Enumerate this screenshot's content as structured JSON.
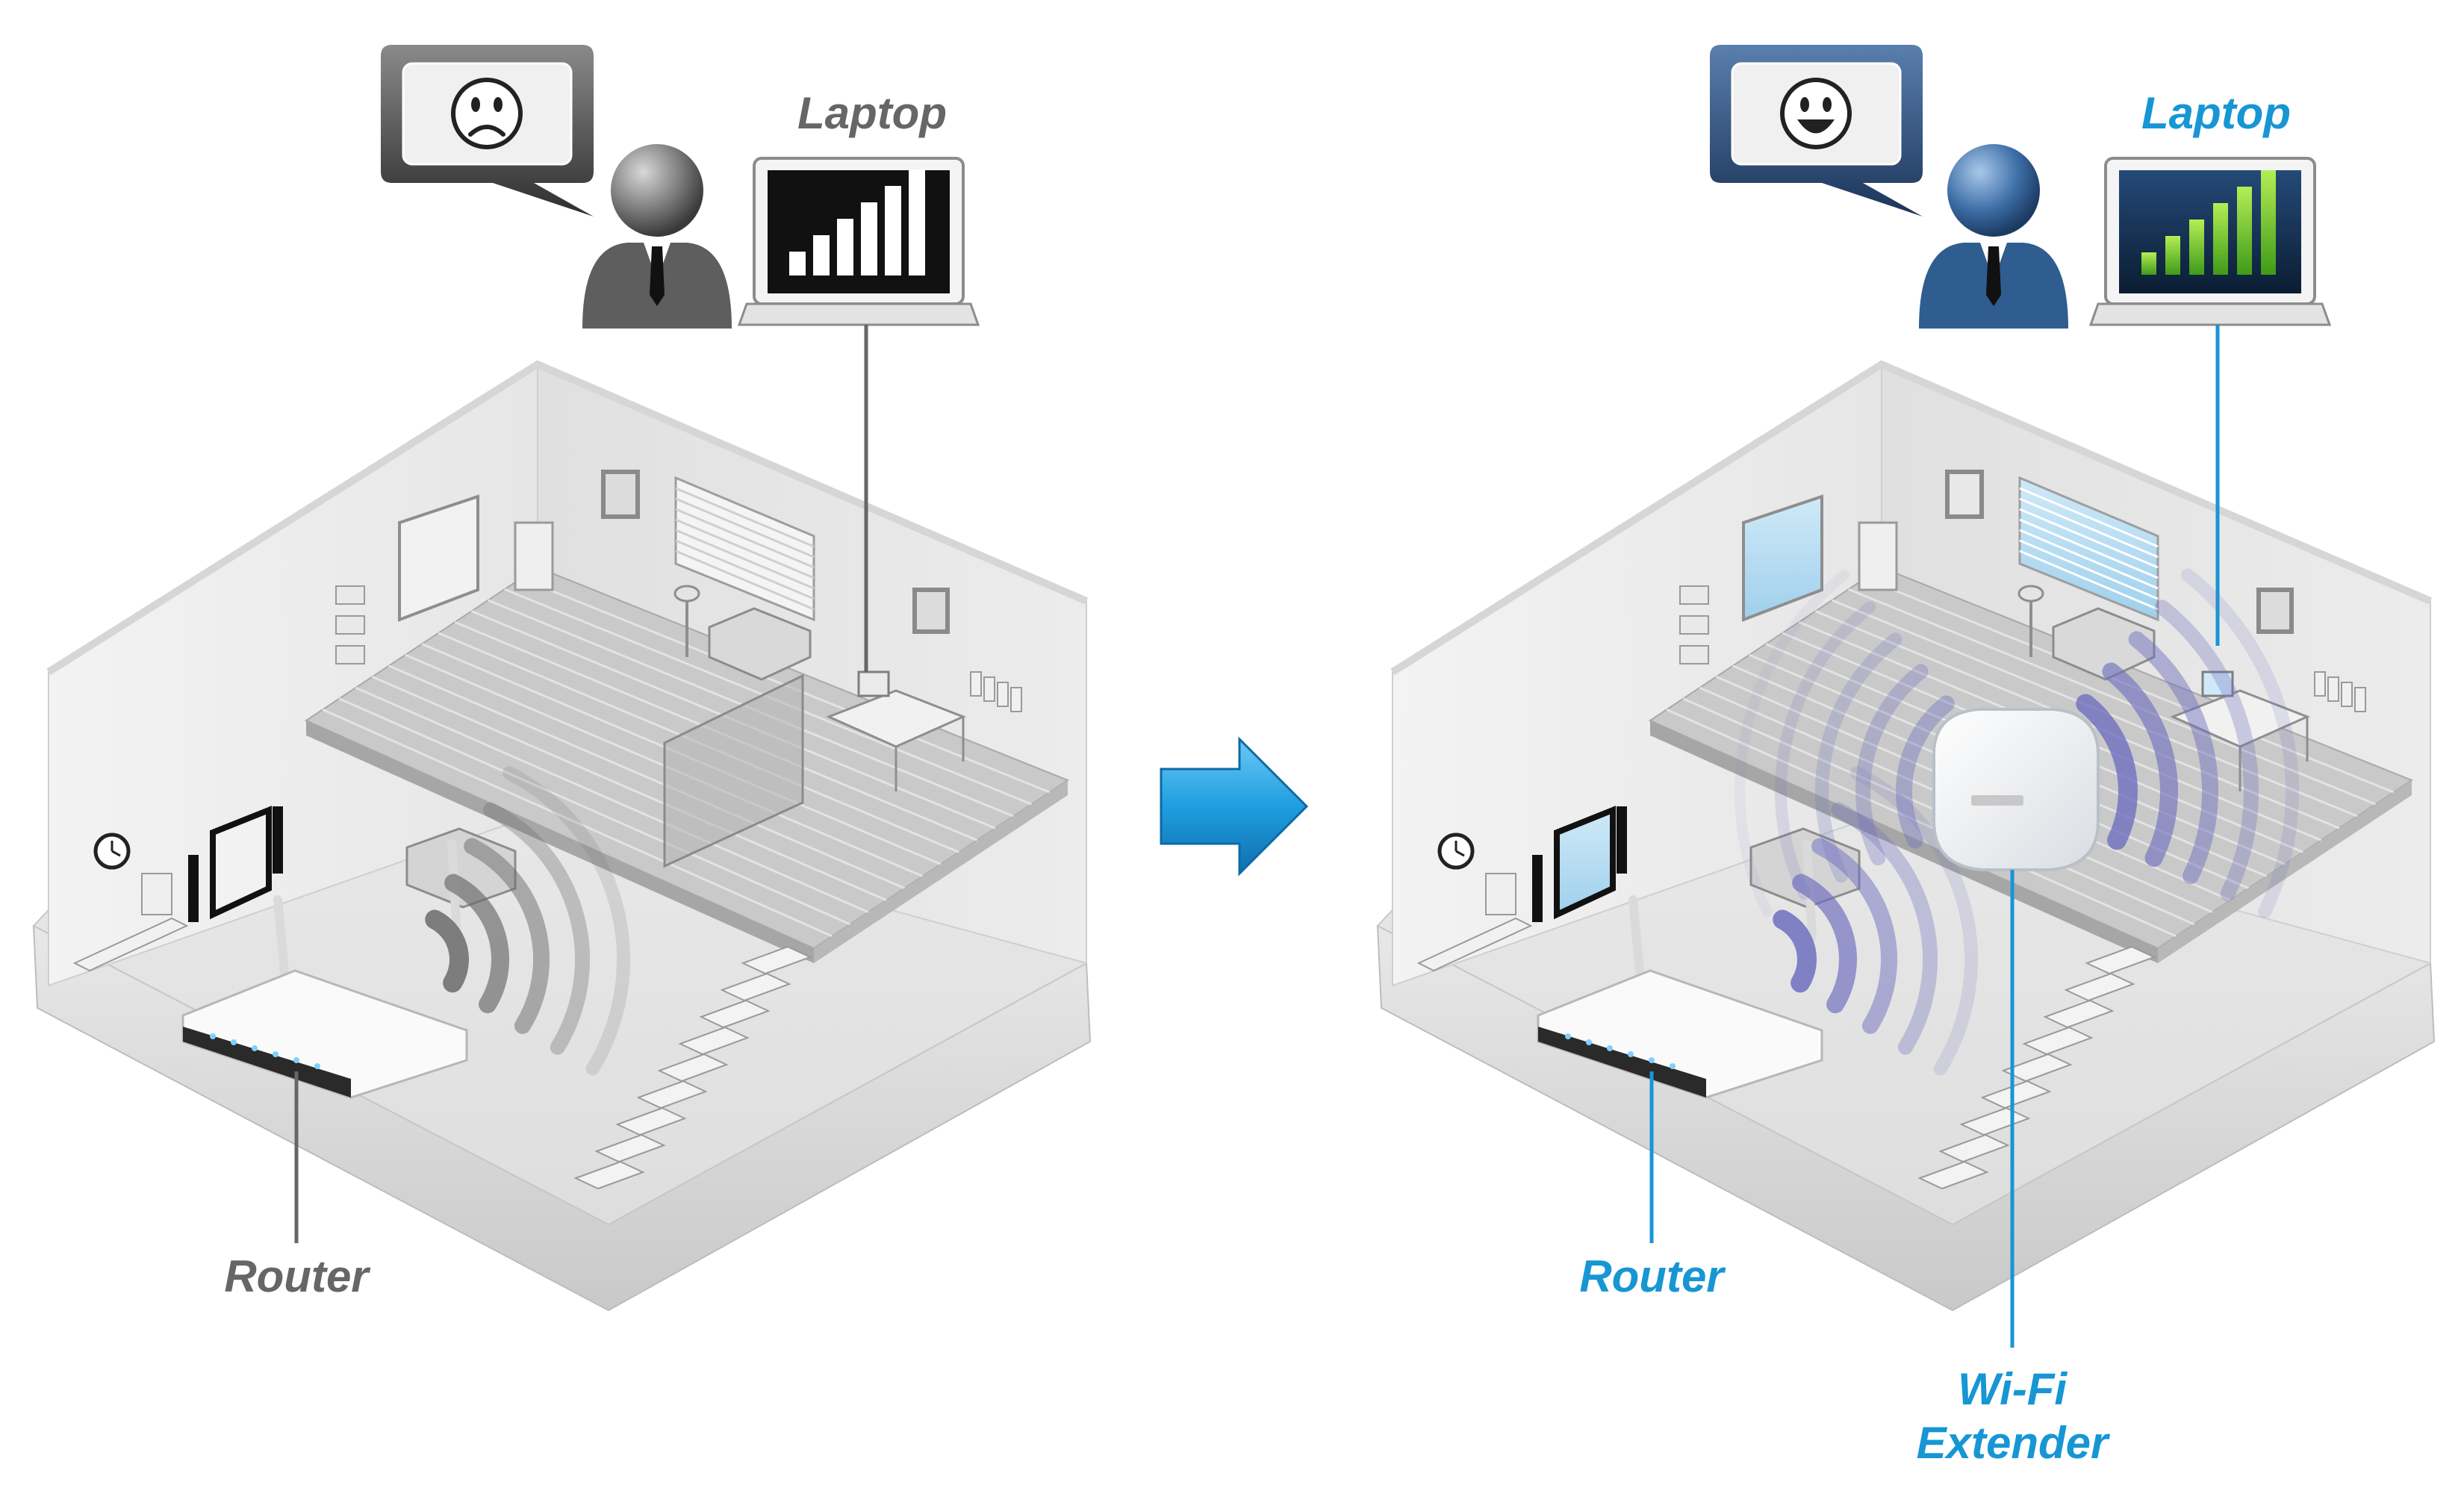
{
  "colors": {
    "before_accent": "#666666",
    "after_accent": "#1796d4",
    "arrow": "#1f9ee0",
    "person_before": "#5e5e5e",
    "person_after": "#2f5d8f",
    "bars_after": "#5fbf2a",
    "wave_before": "#6b6b6b",
    "wave_after": "#6f6fbf"
  },
  "icons": {
    "before_face": "sad-face-icon",
    "after_face": "happy-face-icon",
    "arrow": "arrow-right-icon"
  },
  "panels": {
    "before": {
      "laptop_label": "Laptop",
      "router_label": "Router"
    },
    "after": {
      "laptop_label": "Laptop",
      "router_label": "Router",
      "extender_label": "Wi-Fi\nExtender"
    }
  }
}
